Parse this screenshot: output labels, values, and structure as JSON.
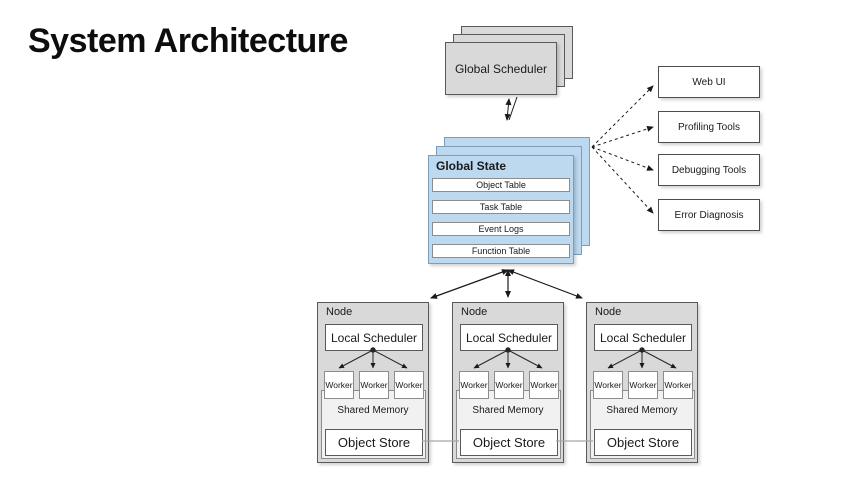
{
  "title": "System Architecture",
  "scheduler": {
    "label": "Global Scheduler"
  },
  "state": {
    "title": "Global State",
    "tables": [
      "Object Table",
      "Task Table",
      "Event Logs",
      "Function Table"
    ]
  },
  "tools": {
    "items": [
      "Web UI",
      "Profiling Tools",
      "Debugging Tools",
      "Error Diagnosis"
    ]
  },
  "nodes": [
    {
      "label": "Node",
      "scheduler": "Local Scheduler",
      "workers": [
        "Worker",
        "Worker",
        "Worker"
      ],
      "shared_memory": "Shared Memory",
      "object_store": "Object Store"
    },
    {
      "label": "Node",
      "scheduler": "Local Scheduler",
      "workers": [
        "Worker",
        "Worker",
        "Worker"
      ],
      "shared_memory": "Shared Memory",
      "object_store": "Object Store"
    },
    {
      "label": "Node",
      "scheduler": "Local Scheduler",
      "workers": [
        "Worker",
        "Worker",
        "Worker"
      ],
      "shared_memory": "Shared Memory",
      "object_store": "Object Store"
    }
  ],
  "colors": {
    "box_gray": "#d9d9d9",
    "box_blue": "#bdd9f0",
    "shared_gray": "#f1f1f1",
    "arrow": "#1a1a1a"
  }
}
